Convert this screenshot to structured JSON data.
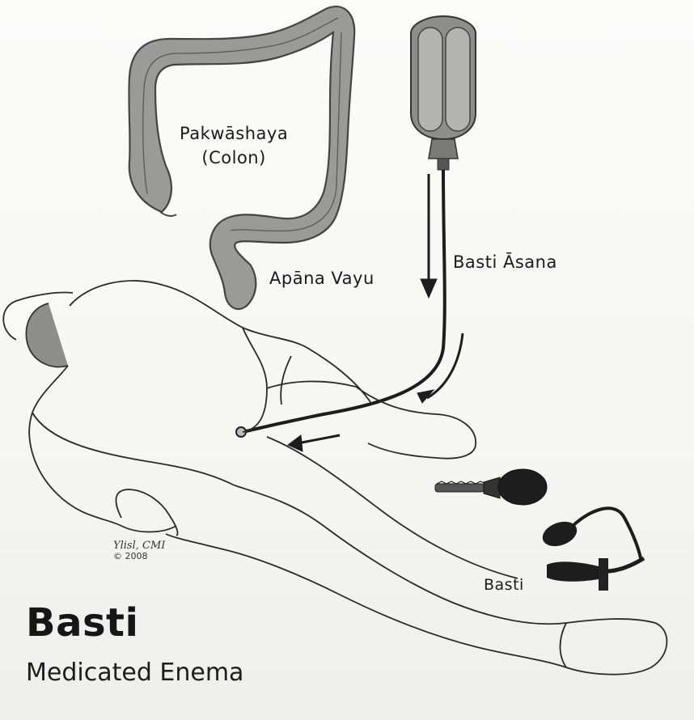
{
  "labels": {
    "colon_line1": "Pakwāshaya",
    "colon_line2": "(Colon)",
    "apana": "Apāna Vayu",
    "asana": "Basti Āsana",
    "basti_device": "Basti"
  },
  "signature": {
    "artist": "Ylisl, CMI",
    "copyright": "© 2008"
  },
  "caption": {
    "title": "Basti",
    "subtitle": "Medicated Enema"
  },
  "colors": {
    "organ_fill": "#9a9a98",
    "organ_stroke": "#444444",
    "outline": "#2a2a2a",
    "device_dark": "#1e1e1e"
  }
}
